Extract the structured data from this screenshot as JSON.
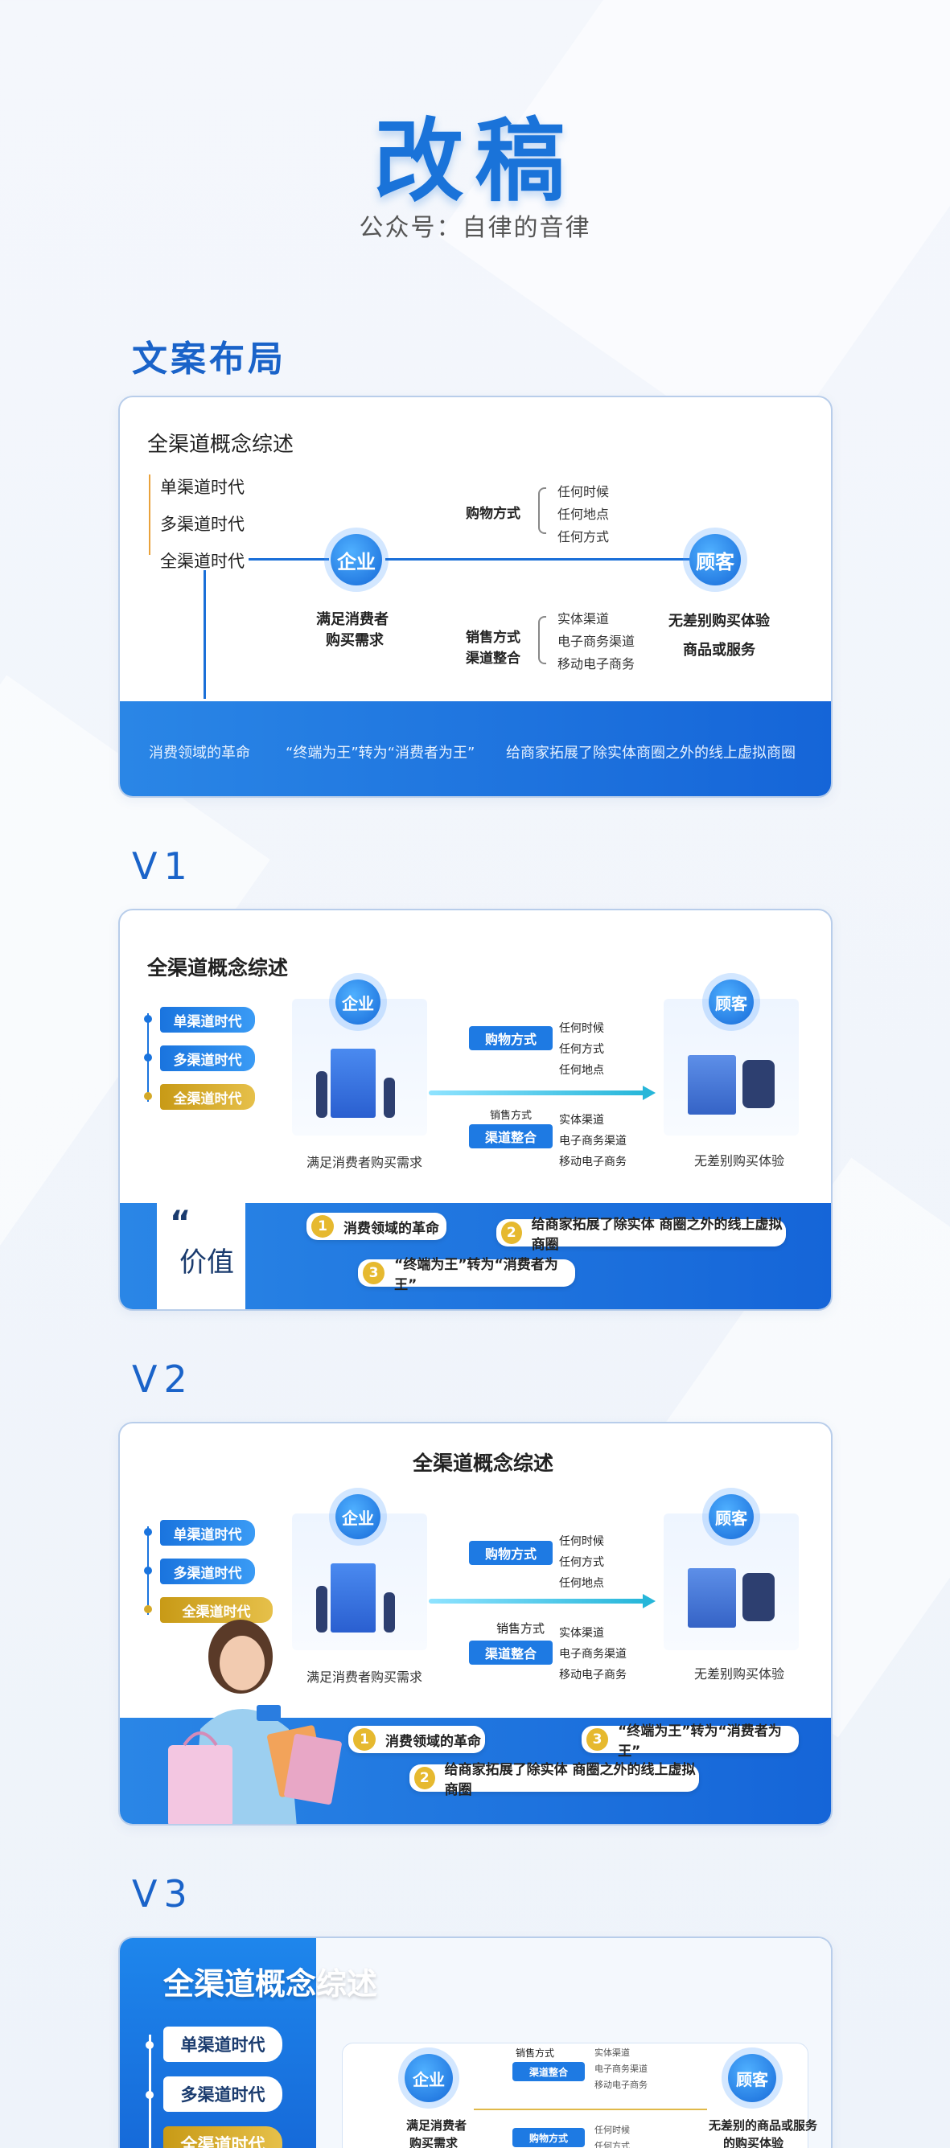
{
  "header": {
    "title": "改稿",
    "subtitle": "公众号：自律的音律"
  },
  "sections": {
    "layout": "文案布局",
    "v1": "V1",
    "v2": "V2",
    "v3": "V3"
  },
  "original": {
    "title": "全渠道概念综述",
    "eras": [
      "单渠道时代",
      "多渠道时代",
      "全渠道时代"
    ],
    "enterprise": "企业",
    "customer": "顾客",
    "enterprise_caption": [
      "满足消费者",
      "购买需求"
    ],
    "buy_label": "购物方式",
    "buy_items": [
      "任何时候",
      "任何地点",
      "任何方式"
    ],
    "sell_label": [
      "销售方式",
      "渠道整合"
    ],
    "sell_items": [
      "实体渠道",
      "电子商务渠道",
      "移动电子商务"
    ],
    "customer_caption": [
      "无差别购买体验",
      "商品或服务"
    ],
    "band": [
      "消费领域的革命",
      "“终端为王”转为“消费者为王”",
      "给商家拓展了除实体商圈之外的线上虚拟商圈"
    ]
  },
  "v1": {
    "title": "全渠道概念综述",
    "eras": [
      "单渠道时代",
      "多渠道时代",
      "全渠道时代"
    ],
    "enterprise": "企业",
    "customer": "顾客",
    "buy_chip": "购物方式",
    "buy_items": [
      "任何时候",
      "任何方式",
      "任何地点"
    ],
    "sell_label": "销售方式",
    "sell_chip": "渠道整合",
    "sell_items": [
      "实体渠道",
      "电子商务渠道",
      "移动电子商务"
    ],
    "enterprise_caption": "满足消费者购买需求",
    "customer_caption": "无差别购买体验",
    "value_label": "价值",
    "points": [
      "消费领域的革命",
      "给商家拓展了除实体 商圈之外的线上虚拟商圈",
      "“终端为王”转为“消费者为王”"
    ],
    "nums": [
      "1",
      "2",
      "3"
    ]
  },
  "v2": {
    "title": "全渠道概念综述",
    "eras": [
      "单渠道时代",
      "多渠道时代",
      "全渠道时代"
    ],
    "enterprise": "企业",
    "customer": "顾客",
    "buy_chip": "购物方式",
    "buy_items": [
      "任何时候",
      "任何方式",
      "任何地点"
    ],
    "sell_label": "销售方式",
    "sell_chip": "渠道整合",
    "sell_items": [
      "实体渠道",
      "电子商务渠道",
      "移动电子商务"
    ],
    "enterprise_caption": "满足消费者购买需求",
    "customer_caption": "无差别购买体验",
    "points": [
      "消费领域的革命",
      "“终端为王”转为“消费者为王”",
      "给商家拓展了除实体 商圈之外的线上虚拟商圈"
    ],
    "nums": [
      "1",
      "3",
      "2"
    ]
  },
  "v3": {
    "title": "全渠道概念综述",
    "eras": [
      "单渠道时代",
      "多渠道时代",
      "全渠道时代"
    ],
    "enterprise": "企业",
    "customer": "顾客",
    "sell_label": "销售方式",
    "sell_chip": "渠道整合",
    "sell_items": [
      "实体渠道",
      "电子商务渠道",
      "移动电子商务"
    ],
    "buy_chip": "购物方式",
    "buy_items": [
      "任何时候",
      "任何方式"
    ],
    "enterprise_caption": [
      "满足消费者",
      "购买需求"
    ],
    "customer_caption": [
      "无差别的商品或服务",
      "的购买体验"
    ]
  },
  "colors": {
    "accent": "#1a73d9",
    "gold": "#d4a928",
    "band": "#1e78e2"
  }
}
